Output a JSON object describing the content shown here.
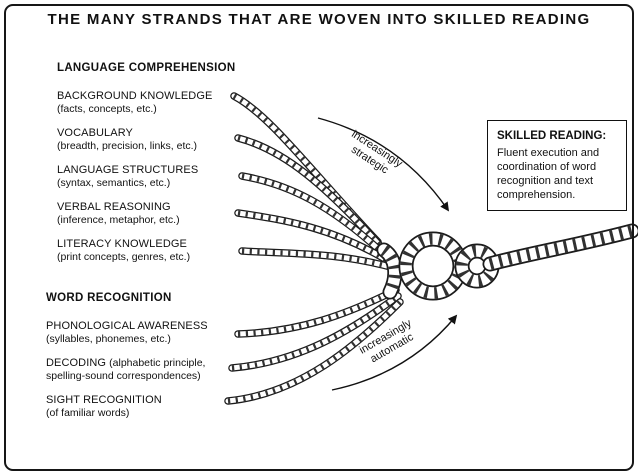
{
  "title": "THE MANY STRANDS THAT ARE WOVEN INTO SKILLED READING",
  "colors": {
    "ink": "#1a1a1a",
    "background": "#ffffff"
  },
  "language_comprehension": {
    "heading": "LANGUAGE COMPREHENSION",
    "items": [
      {
        "label": "BACKGROUND KNOWLEDGE",
        "detail": "(facts, concepts, etc.)"
      },
      {
        "label": "VOCABULARY",
        "detail": "(breadth, precision, links, etc.)"
      },
      {
        "label": "LANGUAGE STRUCTURES",
        "detail": "(syntax, semantics, etc.)"
      },
      {
        "label": "VERBAL REASONING",
        "detail": "(inference, metaphor, etc.)"
      },
      {
        "label": "LITERACY KNOWLEDGE",
        "detail": "(print concepts, genres, etc.)"
      }
    ]
  },
  "word_recognition": {
    "heading": "WORD RECOGNITION",
    "items": [
      {
        "label": "PHONOLOGICAL AWARENESS",
        "detail": "(syllables, phonemes, etc.)"
      },
      {
        "label": "DECODING",
        "detail": "(alphabetic principle, spelling-sound correspondences)"
      },
      {
        "label": "SIGHT RECOGNITION",
        "detail": "(of familiar words)"
      }
    ]
  },
  "rope_labels": {
    "strategic": "increasingly\nstrategic",
    "automatic": "increasingly\nautomatic"
  },
  "skilled_reading_box": {
    "heading": "SKILLED READING:",
    "body": "Fluent execution and coordination of word recognition and text comprehension."
  }
}
